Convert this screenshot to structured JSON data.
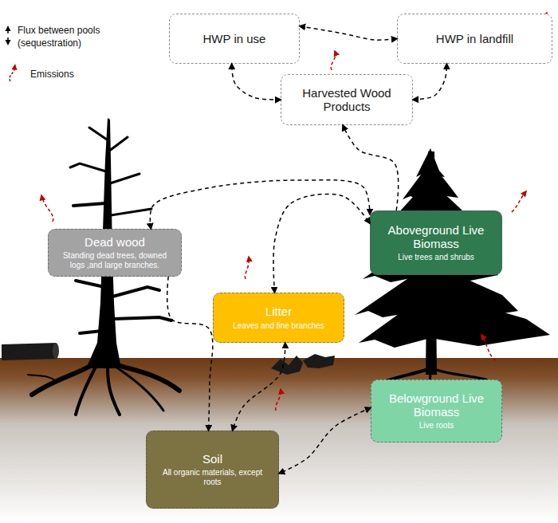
{
  "diagram": {
    "nodes": [
      {
        "text": [
          "HWP in use"
        ]
      },
      {
        "text": [
          "HWP in landfill"
        ]
      },
      {
        "text": [
          "Harvested Wood Products"
        ]
      },
      {
        "text": [
          "Dead wood",
          "Standing dead trees, downed logs ,and large branches."
        ]
      },
      {
        "text": [
          "Aboveground Live Biomass",
          "Live trees and shrubs"
        ]
      },
      {
        "text": [
          "Litter",
          "Leaves and fine branches"
        ]
      },
      {
        "text": [
          "Belowground Live Biomass",
          "Live roots"
        ]
      },
      {
        "text": [
          "Soil",
          "All organic materials, except roots"
        ]
      }
    ],
    "edges": [
      {
        "from": 0,
        "to": 1,
        "arrow": "both"
      },
      {
        "from": 2,
        "to": 0,
        "arrow": "both"
      },
      {
        "from": 2,
        "to": 1,
        "arrow": "both"
      },
      {
        "from": 4,
        "to": 2,
        "arrow": "to"
      },
      {
        "from": 3,
        "to": 4,
        "arrow": "both"
      },
      {
        "from": 5,
        "to": 4,
        "arrow": "both"
      },
      {
        "from": 3,
        "to": 7,
        "arrow": "to"
      },
      {
        "from": 5,
        "to": 7,
        "arrow": "both"
      },
      {
        "from": 6,
        "to": 7,
        "arrow": "both"
      }
    ],
    "legend": [
      {
        "text": "Flux between pools (sequestration)"
      },
      {
        "text": "Emissions"
      }
    ]
  }
}
